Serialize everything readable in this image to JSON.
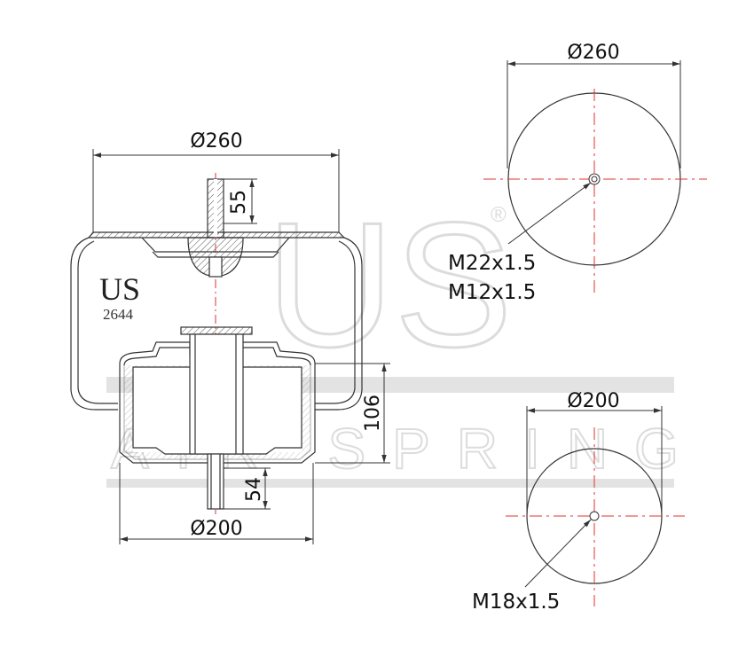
{
  "watermark": {
    "logo": "US",
    "registered": "®",
    "tagline": "AIR SPRING"
  },
  "side_view": {
    "brand": "US",
    "model": "2644",
    "top_diameter": "Ø260",
    "bottom_diameter": "Ø200",
    "top_stud_length": "55",
    "bottom_stud_length": "54",
    "piston_height": "106"
  },
  "top_view": {
    "diameter": "Ø260",
    "thread_1": "M22x1.5",
    "thread_2": "M12x1.5"
  },
  "bottom_view": {
    "diameter": "Ø200",
    "thread": "M18x1.5"
  },
  "colors": {
    "line": "#333333",
    "centerline": "#e03030",
    "watermark": "#dcdcdc"
  }
}
